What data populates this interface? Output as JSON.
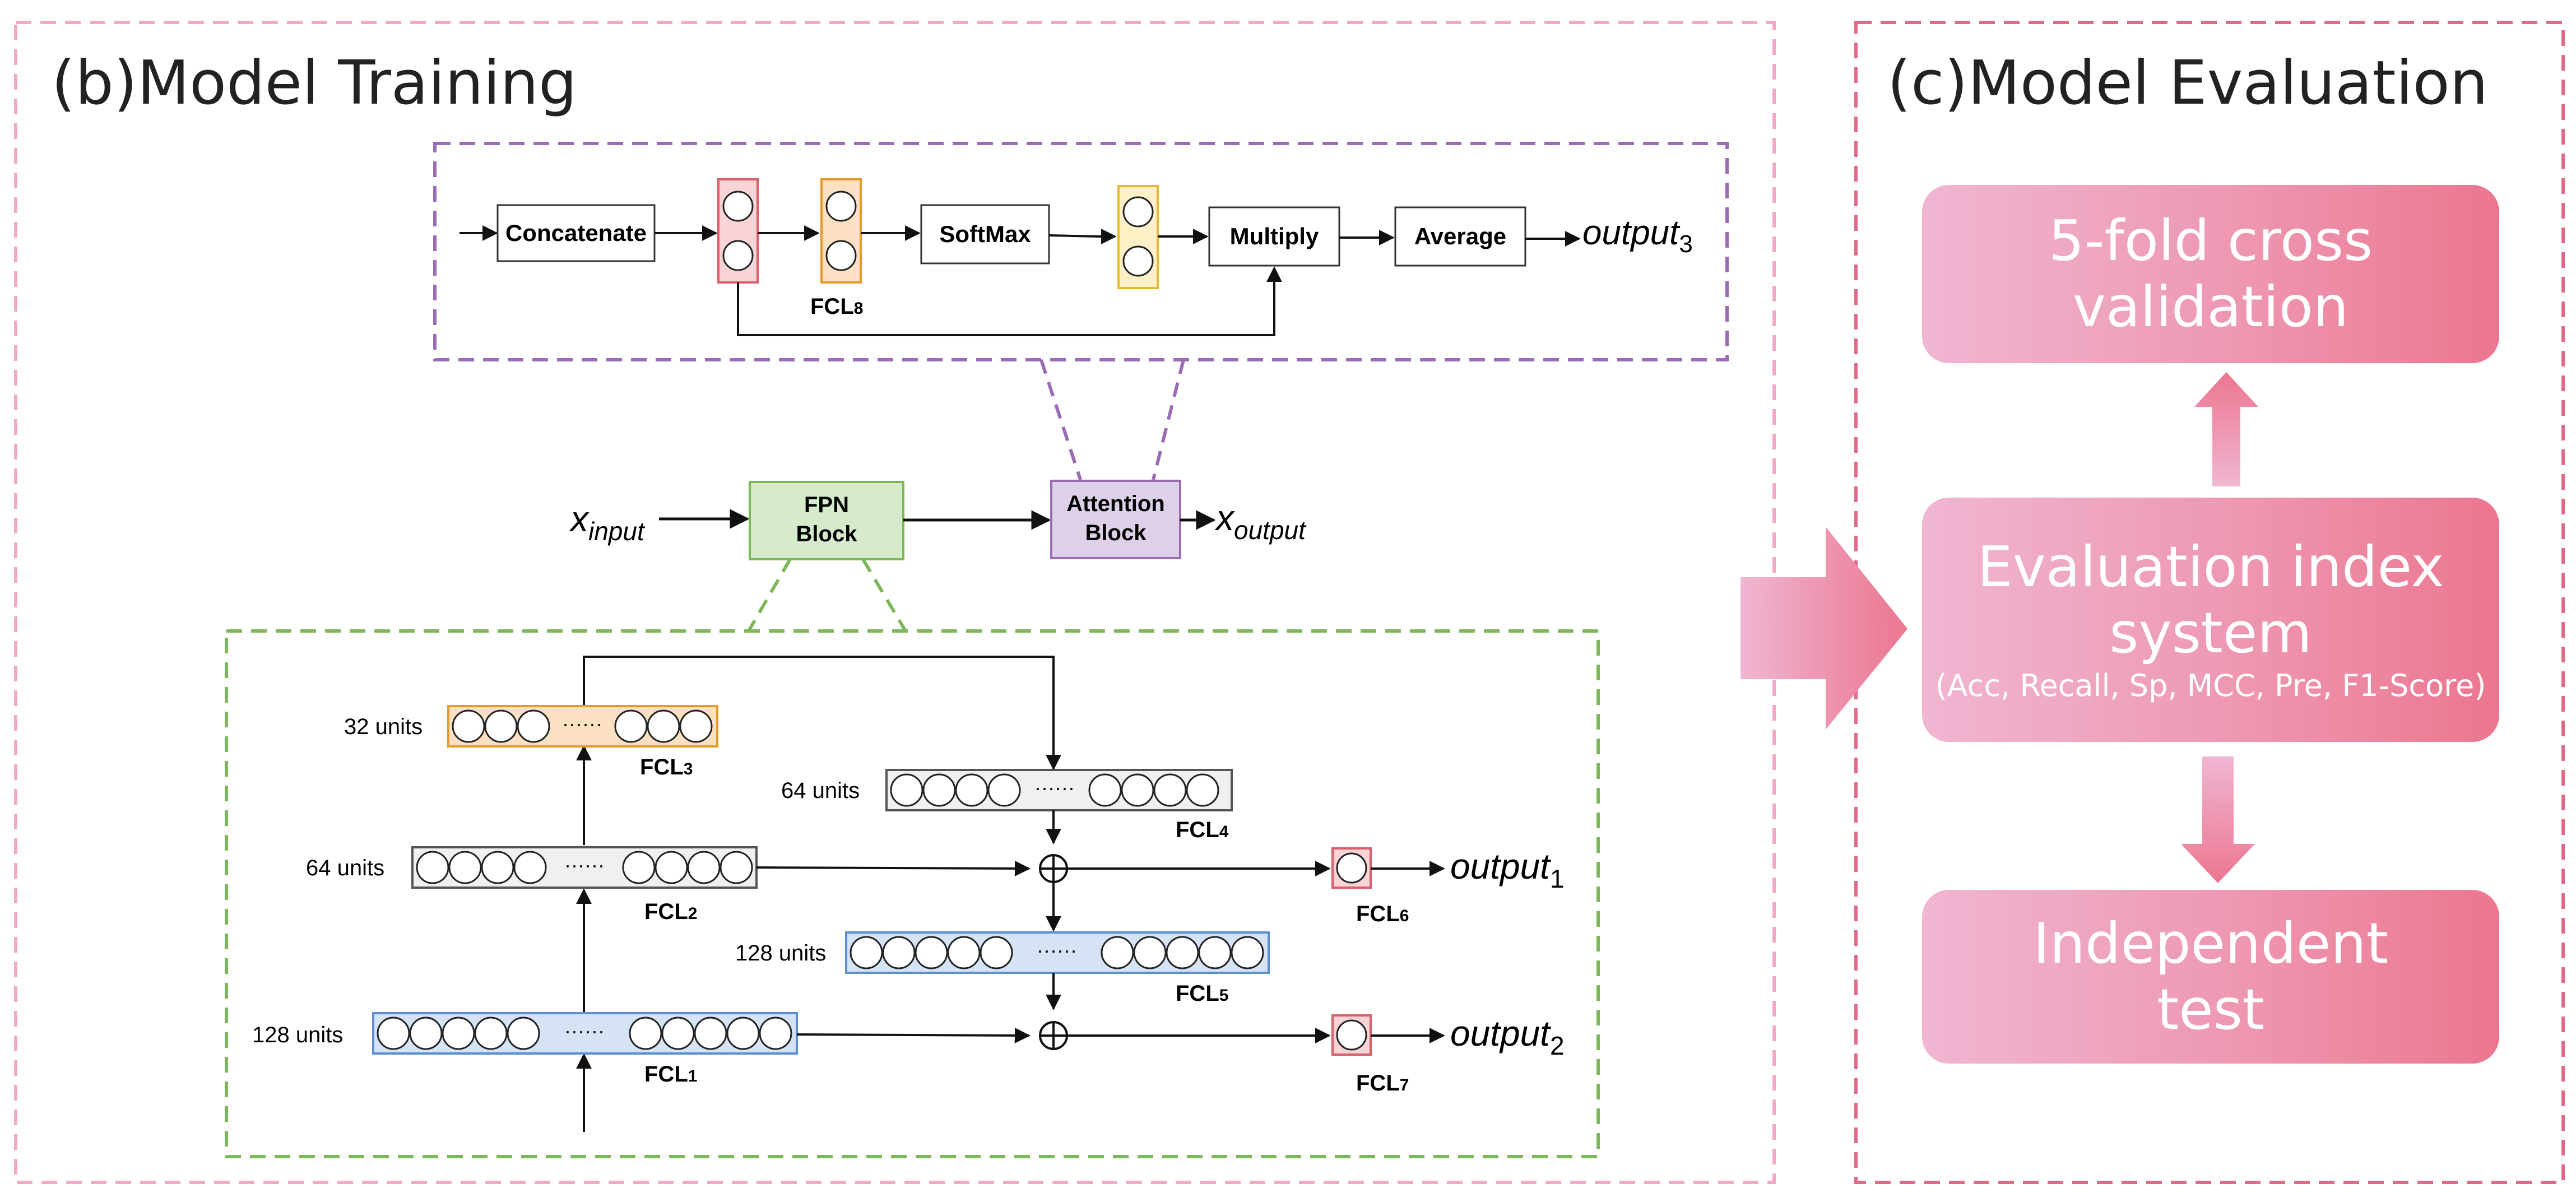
{
  "panels": {
    "training_title": "(b)Model Training",
    "evaluation_title": "(c)Model Evaluation"
  },
  "attention": {
    "concatenate": "Concatenate",
    "softmax": "SoftMax",
    "multiply": "Multiply",
    "average": "Average",
    "fcl8": "FCL",
    "fcl8_sub": "8",
    "output": "output",
    "output_sub": "3"
  },
  "pipeline": {
    "x_input": "x",
    "x_input_sub": "input",
    "fpn_line1": "FPN",
    "fpn_line2": "Block",
    "attn_line1": "Attention",
    "attn_line2": "Block",
    "x_output": "x",
    "x_output_sub": "output"
  },
  "fpn": {
    "fcl3_units": "32 units",
    "fcl2_units": "64 units",
    "fcl1_units": "128 units",
    "fcl4_units": "64 units",
    "fcl5_units": "128 units",
    "fcl": "FCL",
    "fcl1_sub": "1",
    "fcl2_sub": "2",
    "fcl3_sub": "3",
    "fcl4_sub": "4",
    "fcl5_sub": "5",
    "fcl6_sub": "6",
    "fcl7_sub": "7",
    "output": "output",
    "output1_sub": "1",
    "output2_sub": "2",
    "dots": "······"
  },
  "evaluation": {
    "cv_line1": "5-fold cross",
    "cv_line2": "validation",
    "index_line1": "Evaluation index",
    "index_line2": "system",
    "index_metrics": "(Acc, Recall, Sp, MCC, Pre, F1-Score)",
    "test_line1": "Independent",
    "test_line2": "test"
  },
  "colors": {
    "training_border": "#f2a9c8",
    "evaluation_border": "#e06a88",
    "attention_border": "#9b6bb5",
    "fpn_border": "#7cb85a",
    "fpn_block_fill": "#d5ebcc",
    "attention_block_fill": "#ddd0e8",
    "fcl_red_fill": "#f8d4d6",
    "fcl_orange_fill": "#fbe1c2",
    "fcl_yellow_fill": "#fff0c8",
    "fcl_gray_fill": "#f0f0f0",
    "fcl_blue_fill": "#d5e3f4",
    "eval_gradient_start": "#f0b6d2",
    "eval_gradient_end": "#ec7690"
  }
}
